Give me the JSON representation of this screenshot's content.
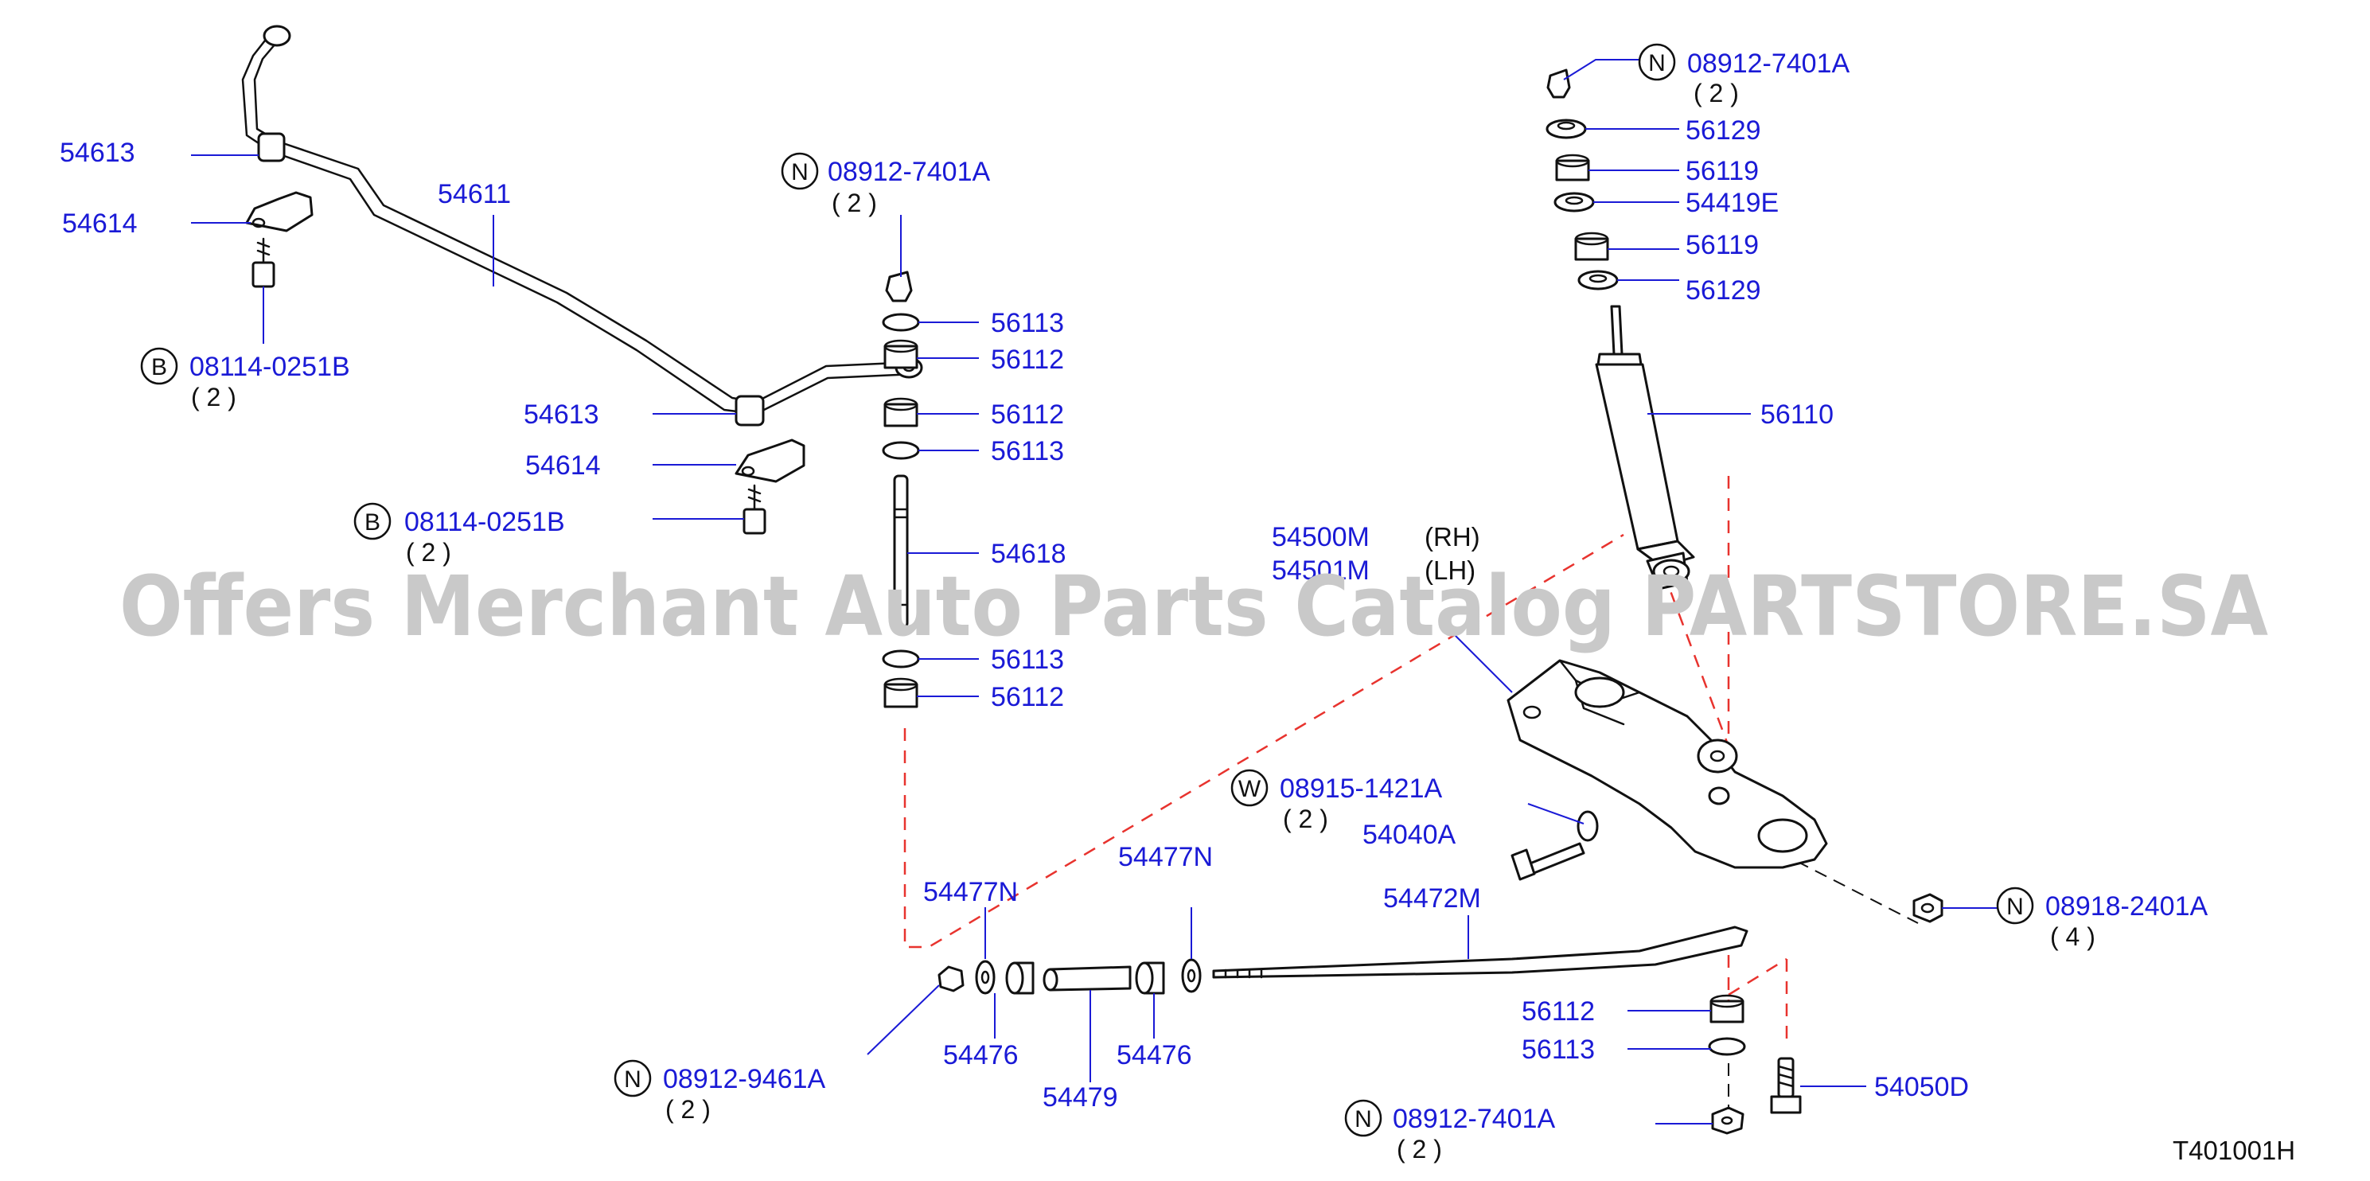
{
  "labels": {
    "p54613a": "54613",
    "p54614a": "54614",
    "p54611": "54611",
    "p08114a": "08114-0251B",
    "q08114a": "( 2 )",
    "p54613b": "54613",
    "p54614b": "54614",
    "p08114b": "08114-0251B",
    "q08114b": "( 2 )",
    "p08912a": "08912-7401A",
    "q08912a": "( 2 )",
    "p56113a": "56113",
    "p56112a": "56112",
    "p56112b": "56112",
    "p56113b": "56113",
    "p54618": "54618",
    "p56113c": "56113",
    "p56112c": "56112",
    "p08912b": "08912-7401A",
    "q08912b": "( 2 )",
    "p56129a": "56129",
    "p56119a": "56119",
    "p54419e": "54419E",
    "p56119b": "56119",
    "p56129b": "56129",
    "p56110": "56110",
    "p54500m": "54500M",
    "s54500m": "(RH)",
    "p54501m": "54501M",
    "s54501m": "(LH)",
    "p08915": "08915-1421A",
    "q08915": "( 2 )",
    "p54040a": "54040A",
    "p54477a": "54477N",
    "p54477b": "54477N",
    "p54472m": "54472M",
    "p08918": "08918-2401A",
    "q08918": "( 4 )",
    "p08912c": "08912-9461A",
    "q08912c": "( 2 )",
    "p54476a": "54476",
    "p54479": "54479",
    "p54476b": "54476",
    "p56112d": "56112",
    "p56113d": "56113",
    "p54050d": "54050D",
    "p08912d": "08912-7401A",
    "q08912d": "( 2 )"
  },
  "badges": {
    "n": "N",
    "b": "B",
    "w": "W"
  },
  "watermark": "Offers Merchant Auto Parts Catalog PARTSTORE.SA",
  "diagram_ref": "T401001H",
  "colors": {
    "part_number": "#1a1ad6",
    "leader": "#1a1ad6",
    "guide_dash": "#e8332e",
    "watermark": "#c9c9c9"
  }
}
